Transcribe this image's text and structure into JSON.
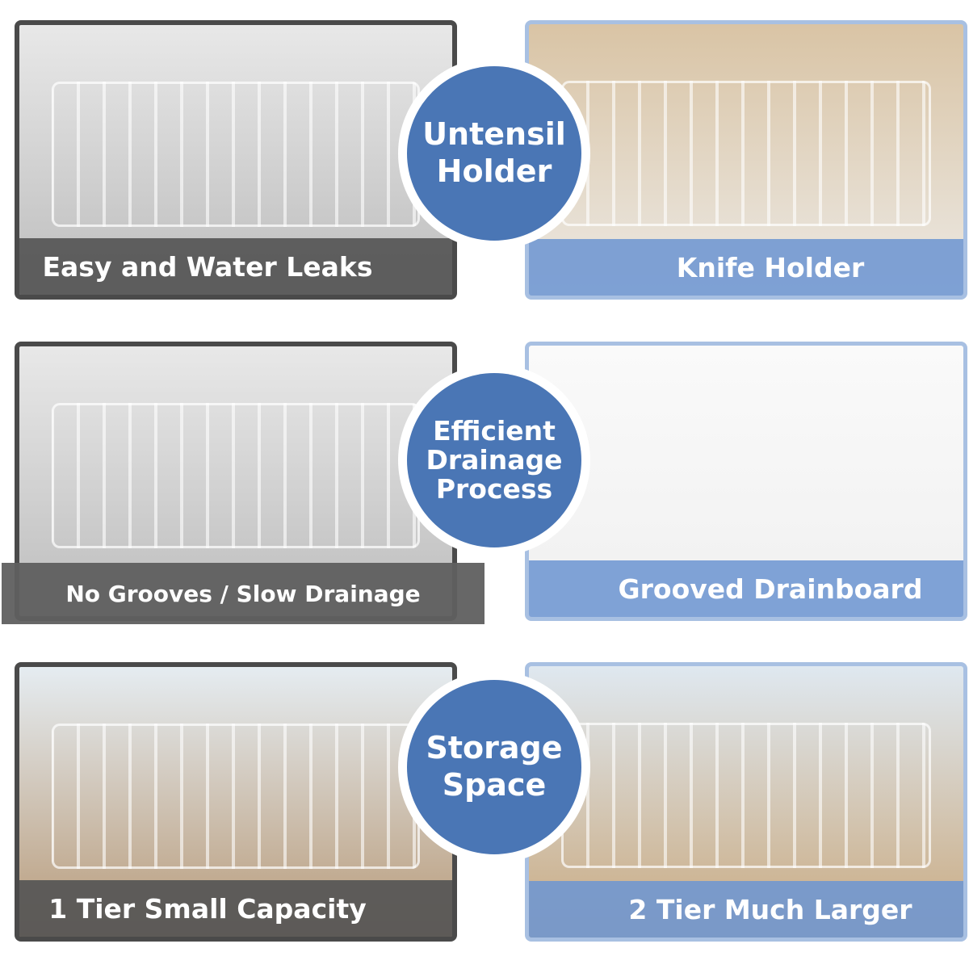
{
  "rows": [
    {
      "left_label": "Easy and Water Leaks",
      "circle": [
        "Untensil",
        "Holder"
      ],
      "right_label": "Knife Holder"
    },
    {
      "left_label": "No Grooves / Slow Drainage",
      "circle": [
        "Efficient",
        "Drainage",
        "Process"
      ],
      "right_label": "Grooved Drainboard"
    },
    {
      "left_label": "1 Tier Small Capacity",
      "circle": [
        "Storage",
        "Space"
      ],
      "right_label": "2 Tier Much Larger"
    }
  ],
  "colors": {
    "circle": "#4a76b5",
    "left_border": "#4a4a4a",
    "right_border": "#a8c0e2"
  }
}
